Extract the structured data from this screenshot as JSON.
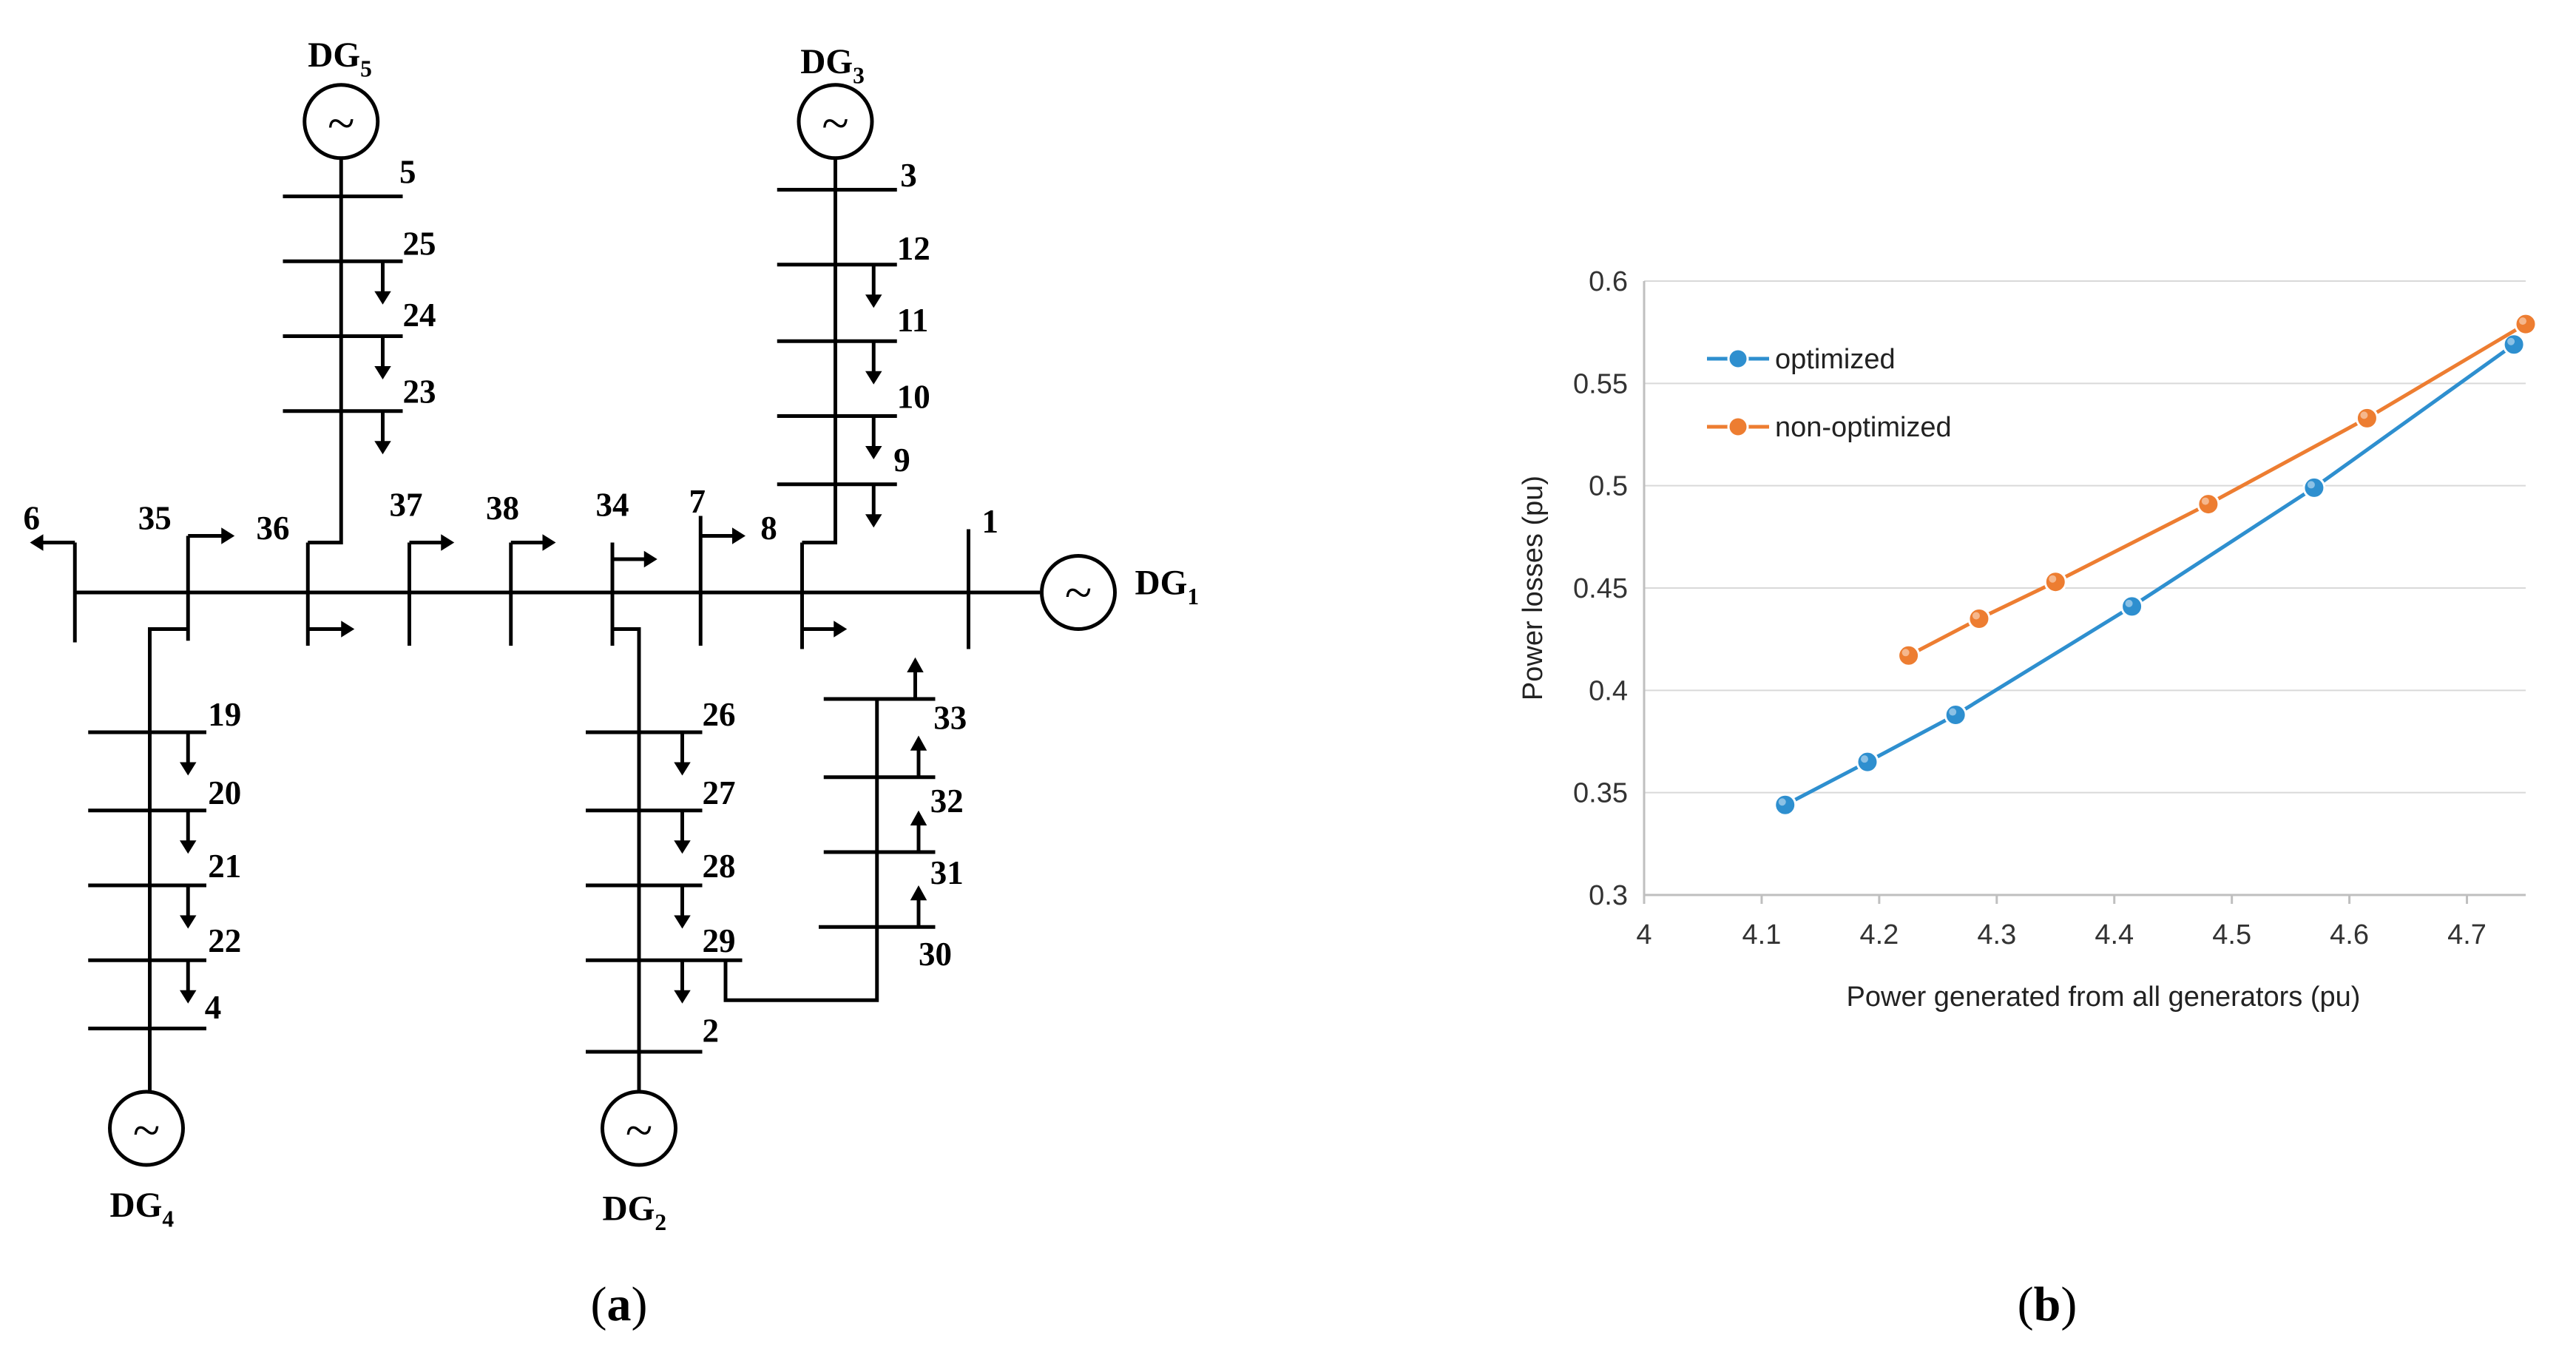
{
  "diagram": {
    "buses": [
      "1",
      "2",
      "3",
      "4",
      "5",
      "6",
      "7",
      "8",
      "9",
      "10",
      "11",
      "12",
      "19",
      "20",
      "21",
      "22",
      "23",
      "24",
      "25",
      "26",
      "27",
      "28",
      "29",
      "30",
      "31",
      "32",
      "33",
      "34",
      "35",
      "36",
      "37",
      "38"
    ],
    "generators": [
      {
        "base": "DG",
        "sub": "1"
      },
      {
        "base": "DG",
        "sub": "2"
      },
      {
        "base": "DG",
        "sub": "3"
      },
      {
        "base": "DG",
        "sub": "4"
      },
      {
        "base": "DG",
        "sub": "5"
      }
    ],
    "generator_symbol": "~"
  },
  "captions": {
    "a": {
      "open": "(",
      "letter": "a",
      "close": ")"
    },
    "b": {
      "open": "(",
      "letter": "b",
      "close": ")"
    }
  },
  "chart_data": {
    "type": "line",
    "xlabel": "Power generated from all generators (pu)",
    "ylabel": "Power losses (pu)",
    "xlim": [
      4,
      4.75
    ],
    "ylim": [
      0.3,
      0.6
    ],
    "xticks": [
      "4",
      "4.1",
      "4.2",
      "4.3",
      "4.4",
      "4.5",
      "4.6",
      "4.7"
    ],
    "yticks": [
      "0.3",
      "0.35",
      "0.4",
      "0.45",
      "0.5",
      "0.55",
      "0.6"
    ],
    "grid": "horizontal",
    "legend": "top-left",
    "series": [
      {
        "name": "optimized",
        "color": "#2e8fcf",
        "x": [
          4.12,
          4.19,
          4.265,
          4.415,
          4.57,
          4.74
        ],
        "y": [
          0.344,
          0.365,
          0.388,
          0.441,
          0.499,
          0.569
        ]
      },
      {
        "name": "non-optimized",
        "color": "#ed7d31",
        "x": [
          4.225,
          4.285,
          4.35,
          4.48,
          4.615,
          4.75
        ],
        "y": [
          0.417,
          0.435,
          0.453,
          0.491,
          0.533,
          0.579
        ]
      }
    ]
  }
}
